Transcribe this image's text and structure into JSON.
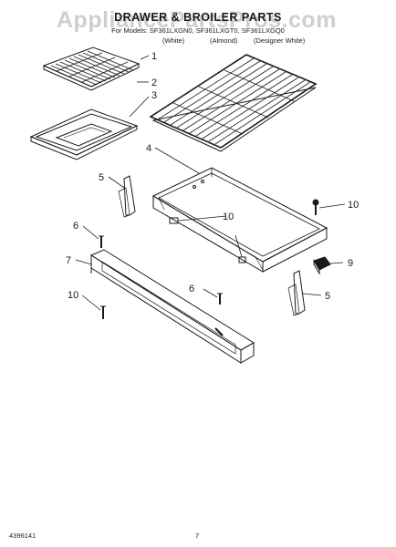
{
  "watermark": "AppliancePartsPros.com",
  "title": "DRAWER & BROILER PARTS",
  "models": "For Models: SF361LXGN0, SF361LXGT0, SF361LXGQ0",
  "colors": [
    "(White)",
    "(Almond)",
    "(Designer White)"
  ],
  "callouts": [
    "1",
    "2",
    "3",
    "4",
    "5",
    "6",
    "7",
    "10",
    "10",
    "10",
    "9",
    "5",
    "6"
  ],
  "footer": {
    "doc_number": "4396141",
    "page_number": "7"
  }
}
